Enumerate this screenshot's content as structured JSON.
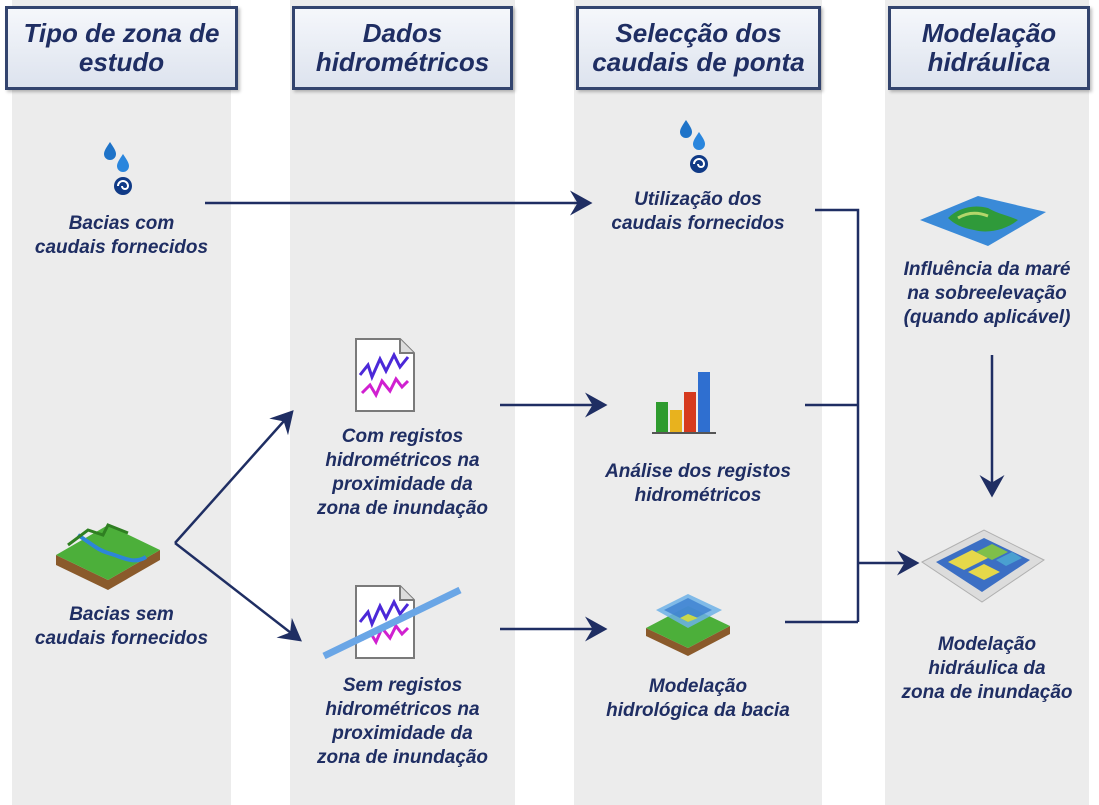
{
  "headers": {
    "col1": "Tipo de zona de\nestudo",
    "col2": "Dados\nhidrométricos",
    "col3": "Selecção dos\ncaudais de ponta",
    "col4": "Modelação\nhidráulica"
  },
  "nodes": {
    "bacias_com": "Bacias com\ncaudais fornecidos",
    "bacias_sem": "Bacias sem\ncaudais fornecidos",
    "com_registos": "Com registos\nhidrométricos na\nproximidade da\nzona de inundação",
    "sem_registos": "Sem registos\nhidrométricos na\nproximidade da\nzona de inundação",
    "utilizacao": "Utilização dos\ncaudais fornecidos",
    "analise": "Análise dos registos\nhidrométricos",
    "modelacao_hidrologica": "Modelação\nhidrológica da bacia",
    "influencia": "Influência da maré\nna sobreelevação\n(quando aplicável)",
    "modelacao_hidraulica": "Modelação\nhidráulica da\nzona de inundação"
  },
  "colors": {
    "navy": "#1f2e63",
    "column": "#ececec"
  }
}
